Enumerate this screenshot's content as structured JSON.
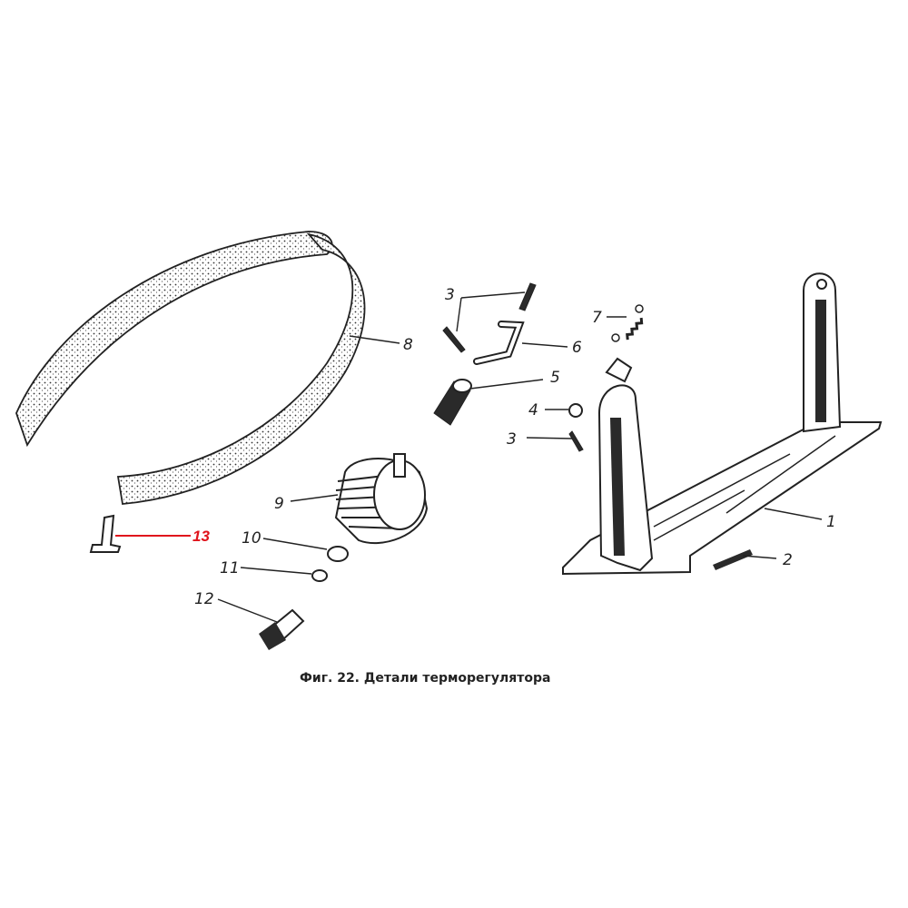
{
  "figure": {
    "caption": "Фиг. 22. Детали терморегулятора",
    "labels": {
      "l1": "1",
      "l2": "2",
      "l3a": "3",
      "l3b": "3",
      "l4": "4",
      "l5": "5",
      "l6": "6",
      "l7": "7",
      "l8": "8",
      "l9": "9",
      "l10": "10",
      "l11": "11",
      "l12": "12",
      "l13": "13"
    },
    "highlight_color": "#e0141c"
  }
}
